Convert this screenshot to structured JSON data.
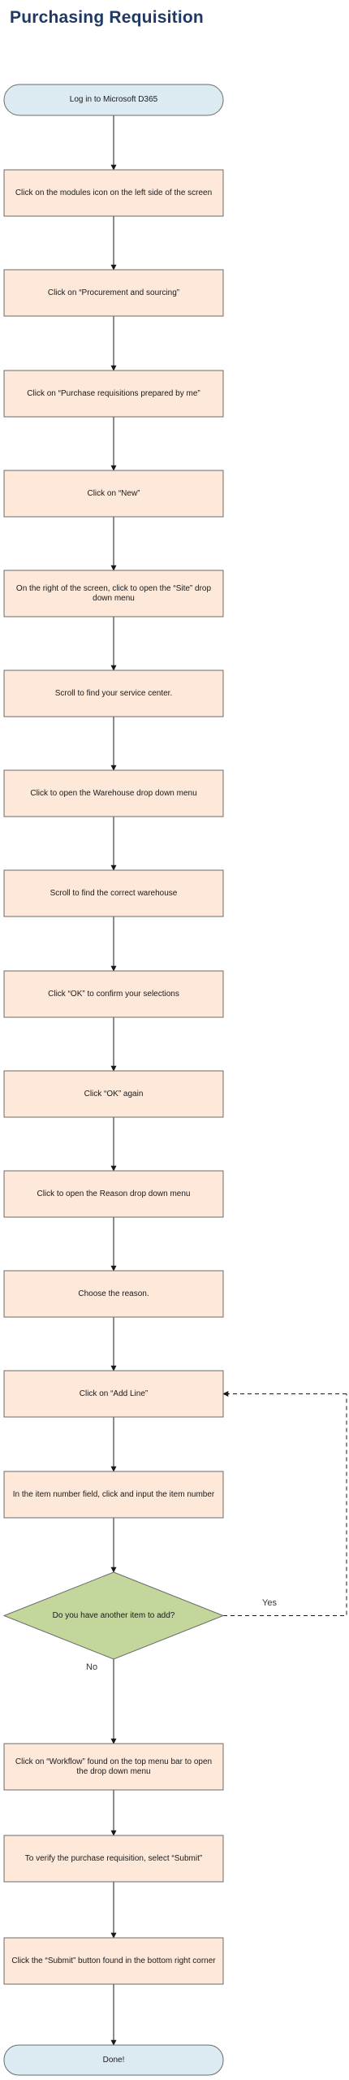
{
  "title": "Purchasing Requisition",
  "colors": {
    "terminal_fill": "#dcebf2",
    "process_fill": "#fde8da",
    "decision_fill": "#c3d69b",
    "stroke": "#6b6b6b",
    "title": "#1f3864"
  },
  "nodes": {
    "start": "Log in to Microsoft D365",
    "steps": [
      "Click on the modules icon on the left side of the screen",
      "Click on “Procurement and sourcing”",
      "Click on “Purchase requisitions prepared by me”",
      "Click on “New”",
      "On the right of the screen, click to open the “Site” drop down menu",
      "Scroll to find your service center.",
      "Click to open the Warehouse drop down menu",
      "Scroll to find the correct warehouse",
      "Click “OK” to confirm your selections",
      "Click “OK” again",
      "Click to open the Reason drop down menu",
      "Choose the reason.",
      "Click on “Add Line”",
      "In the item number field, click and input the item number"
    ],
    "decision": "Do you have another item to add?",
    "after_steps": [
      "Click on “Workflow” found on the top menu bar to open the drop down menu",
      "To verify the purchase requisition, select “Submit”",
      "Click the “Submit” button found in the bottom right corner"
    ],
    "end": "Done!"
  },
  "edges": {
    "yes_label": "Yes",
    "no_label": "No"
  }
}
